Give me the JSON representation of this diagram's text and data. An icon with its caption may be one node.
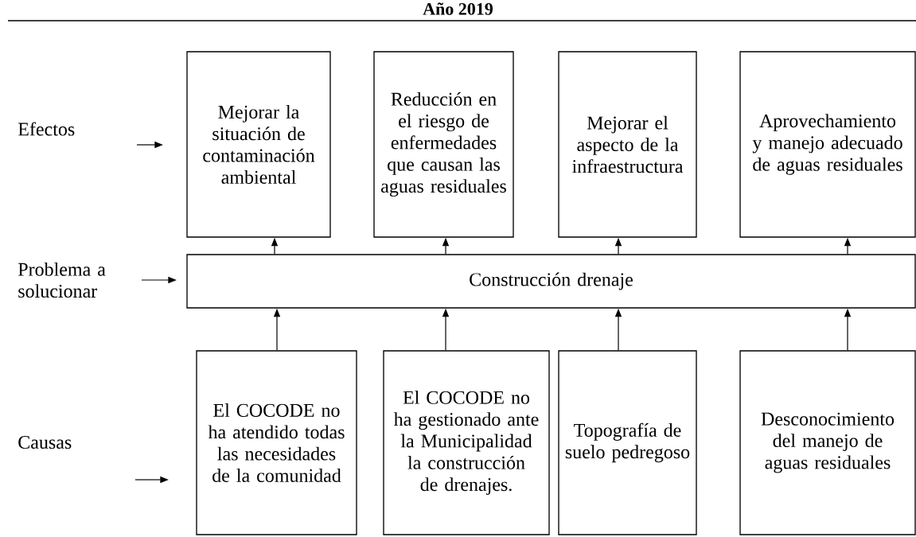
{
  "diagram": {
    "title": "Año 2019",
    "nodes": [
      {
        "text": [
          "Mejorar la situación de contaminación ambiental"
        ]
      },
      {
        "text": [
          "Reducción en el riesgo de enfermedades que causan las aguas residuales"
        ]
      },
      {
        "text": [
          "Mejorar el aspecto de la infraestructura"
        ]
      },
      {
        "text": [
          "Aprovechamiento y manejo adecuado de aguas residuales"
        ]
      },
      {
        "text": [
          "Construcción drenaje"
        ]
      },
      {
        "text": [
          "El COCODE no ha atendido todas las necesidades de la comunidad"
        ]
      },
      {
        "text": [
          "El COCODE no ha gestionado ante la Municipalidad la construcción de drenajes."
        ]
      },
      {
        "text": [
          "Topografía de suelo pedregoso"
        ]
      },
      {
        "text": [
          "Desconocimiento del manejo de aguas residuales"
        ]
      }
    ],
    "edges": [
      {
        "from": 4,
        "to": 0,
        "arrow": "to"
      },
      {
        "from": 4,
        "to": 1,
        "arrow": "to"
      },
      {
        "from": 4,
        "to": 2,
        "arrow": "to"
      },
      {
        "from": 4,
        "to": 3,
        "arrow": "to"
      },
      {
        "from": 5,
        "to": 4,
        "arrow": "to"
      },
      {
        "from": 6,
        "to": 4,
        "arrow": "to"
      },
      {
        "from": 7,
        "to": 4,
        "arrow": "to"
      },
      {
        "from": 8,
        "to": 4,
        "arrow": "to"
      }
    ],
    "labels": [
      "Efectos",
      "Problema a solucionar",
      "Causas"
    ]
  }
}
